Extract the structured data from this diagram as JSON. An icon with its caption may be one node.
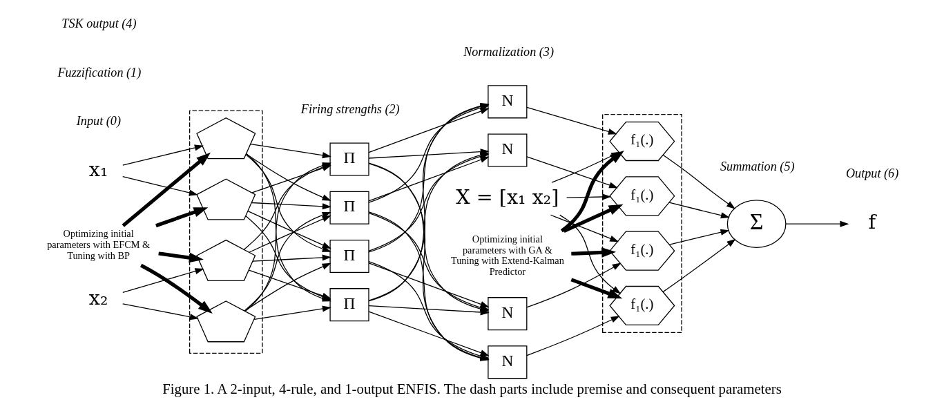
{
  "diagram": {
    "caption": "Figure 1. A 2-input, 4-rule, and 1-output ENFIS. The dash parts include premise and consequent parameters",
    "nodes": [
      {
        "text": [
          "x₁"
        ]
      },
      {
        "text": [
          "x₂"
        ]
      },
      {
        "text": [],
        "shape": "box"
      },
      {
        "text": [],
        "shape": "pentagon",
        "in": 2
      },
      {
        "text": [],
        "shape": "pentagon",
        "in": 2
      },
      {
        "text": [],
        "shape": "pentagon",
        "in": 2
      },
      {
        "text": [],
        "shape": "pentagon",
        "in": 2
      },
      {
        "text": [
          "Π"
        ]
      },
      {
        "text": [
          "Π"
        ]
      },
      {
        "text": [
          "Π"
        ]
      },
      {
        "text": [
          "Π"
        ]
      },
      {
        "text": [
          "N"
        ]
      },
      {
        "text": [
          "N"
        ]
      },
      {
        "text": [
          "N"
        ]
      },
      {
        "text": [
          "N"
        ]
      },
      {
        "text": [],
        "shape": "box"
      },
      {
        "text": [
          "f₁(.)"
        ],
        "in": 15
      },
      {
        "text": [
          "f₁(.)"
        ],
        "in": 15
      },
      {
        "text": [
          "f₁(.)"
        ],
        "in": 15
      },
      {
        "text": [
          "f₁(.)"
        ],
        "in": 15
      },
      {
        "text": [
          "Σ"
        ]
      },
      {
        "text": [
          "f"
        ]
      },
      {
        "text": [
          "X = [x₁ x₂]"
        ]
      },
      {
        "text": [
          "Optimizing initial parameters with EFCM & Tuning with BP"
        ]
      },
      {
        "text": [
          "Optimizing initial parameters with GA & Tuning with Extend-Kalman Predictor"
        ]
      }
    ],
    "edges": [
      {
        "from": 0,
        "to": 3,
        "arrow": "to"
      },
      {
        "from": 0,
        "to": 4,
        "arrow": "to"
      },
      {
        "from": 1,
        "to": 5,
        "arrow": "to"
      },
      {
        "from": 1,
        "to": 6,
        "arrow": "to"
      },
      {
        "from": 3,
        "to": 7,
        "arrow": "to"
      },
      {
        "from": 3,
        "to": 8,
        "arrow": "to"
      },
      {
        "from": 3,
        "to": 9,
        "arrow": "to"
      },
      {
        "from": 3,
        "to": 10,
        "arrow": "to"
      },
      {
        "from": 4,
        "to": 7,
        "arrow": "to"
      },
      {
        "from": 4,
        "to": 8,
        "arrow": "to"
      },
      {
        "from": 4,
        "to": 9,
        "arrow": "to"
      },
      {
        "from": 4,
        "to": 10,
        "arrow": "to"
      },
      {
        "from": 5,
        "to": 7,
        "arrow": "to"
      },
      {
        "from": 5,
        "to": 8,
        "arrow": "to"
      },
      {
        "from": 5,
        "to": 9,
        "arrow": "to"
      },
      {
        "from": 5,
        "to": 10,
        "arrow": "to"
      },
      {
        "from": 6,
        "to": 7,
        "arrow": "to"
      },
      {
        "from": 6,
        "to": 8,
        "arrow": "to"
      },
      {
        "from": 6,
        "to": 9,
        "arrow": "to"
      },
      {
        "from": 6,
        "to": 10,
        "arrow": "to"
      },
      {
        "from": 7,
        "to": 11,
        "arrow": "to"
      },
      {
        "from": 7,
        "to": 12,
        "arrow": "to"
      },
      {
        "from": 7,
        "to": 13,
        "arrow": "to"
      },
      {
        "from": 7,
        "to": 14,
        "arrow": "to"
      },
      {
        "from": 8,
        "to": 11,
        "arrow": "to"
      },
      {
        "from": 8,
        "to": 12,
        "arrow": "to"
      },
      {
        "from": 8,
        "to": 13,
        "arrow": "to"
      },
      {
        "from": 8,
        "to": 14,
        "arrow": "to"
      },
      {
        "from": 9,
        "to": 11,
        "arrow": "to"
      },
      {
        "from": 9,
        "to": 12,
        "arrow": "to"
      },
      {
        "from": 9,
        "to": 13,
        "arrow": "to"
      },
      {
        "from": 9,
        "to": 14,
        "arrow": "to"
      },
      {
        "from": 10,
        "to": 11,
        "arrow": "to"
      },
      {
        "from": 10,
        "to": 12,
        "arrow": "to"
      },
      {
        "from": 10,
        "to": 13,
        "arrow": "to"
      },
      {
        "from": 10,
        "to": 14,
        "arrow": "to"
      },
      {
        "from": 11,
        "to": 16,
        "arrow": "to"
      },
      {
        "from": 12,
        "to": 17,
        "arrow": "to"
      },
      {
        "from": 13,
        "to": 18,
        "arrow": "to"
      },
      {
        "from": 14,
        "to": 19,
        "arrow": "to"
      },
      {
        "from": 22,
        "to": 16,
        "arrow": "to"
      },
      {
        "from": 22,
        "to": 17,
        "arrow": "to"
      },
      {
        "from": 22,
        "to": 18,
        "arrow": "to"
      },
      {
        "from": 22,
        "to": 19,
        "arrow": "to"
      },
      {
        "from": 16,
        "to": 20,
        "arrow": "to"
      },
      {
        "from": 17,
        "to": 20,
        "arrow": "to"
      },
      {
        "from": 18,
        "to": 20,
        "arrow": "to"
      },
      {
        "from": 19,
        "to": 20,
        "arrow": "to"
      },
      {
        "from": 20,
        "to": 21,
        "arrow": "to"
      },
      {
        "from": 23,
        "to": 3,
        "arrow": "to",
        "style": "thick"
      },
      {
        "from": 23,
        "to": 4,
        "arrow": "to",
        "style": "thick"
      },
      {
        "from": 23,
        "to": 5,
        "arrow": "to",
        "style": "thick"
      },
      {
        "from": 23,
        "to": 6,
        "arrow": "to",
        "style": "thick"
      },
      {
        "from": 24,
        "to": 16,
        "arrow": "to",
        "style": "thick"
      },
      {
        "from": 24,
        "to": 17,
        "arrow": "to",
        "style": "thick"
      },
      {
        "from": 24,
        "to": 18,
        "arrow": "to",
        "style": "thick"
      },
      {
        "from": 24,
        "to": 19,
        "arrow": "to",
        "style": "thick"
      }
    ],
    "labels": [
      "Input (0)",
      "Fuzzification (1)",
      "Firing strengths (2)",
      "Normalization (3)",
      "TSK output (4)",
      "Summation (5)",
      "Output (6)"
    ]
  }
}
